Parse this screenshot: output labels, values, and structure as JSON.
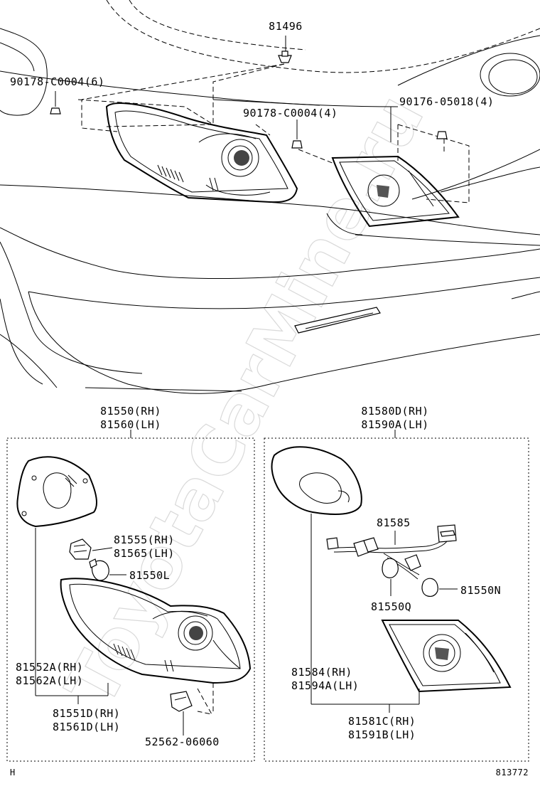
{
  "parts": {
    "p81496": "81496",
    "p90178_top_left": "90178-C0004(6)",
    "p90178_top_mid": "90178-C0004(4)",
    "p90176": "90176-05018(4)",
    "p81550_rh": "81550(RH)",
    "p81560_lh": "81560(LH)",
    "p81580d_rh": "81580D(RH)",
    "p81590a_lh": "81590A(LH)",
    "p81555_rh": "81555(RH)",
    "p81565_lh": "81565(LH)",
    "p81550l": "81550L",
    "p81552a_rh": "81552A(RH)",
    "p81562a_lh": "81562A(LH)",
    "p81551d_rh": "81551D(RH)",
    "p81561d_lh": "81561D(LH)",
    "p52562": "52562-06060",
    "p81585": "81585",
    "p81550n": "81550N",
    "p81550q": "81550Q",
    "p81584_rh": "81584(RH)",
    "p81594a_lh": "81594A(LH)",
    "p81581c_rh": "81581C(RH)",
    "p81591b_lh": "81591B(LH)"
  },
  "footer": {
    "left_code": "H",
    "diagram_id": "813772"
  },
  "watermark": "ToyotaCarMine.ru",
  "colors": {
    "line": "#000000",
    "background": "#ffffff",
    "watermark": "#d9d9d9"
  }
}
